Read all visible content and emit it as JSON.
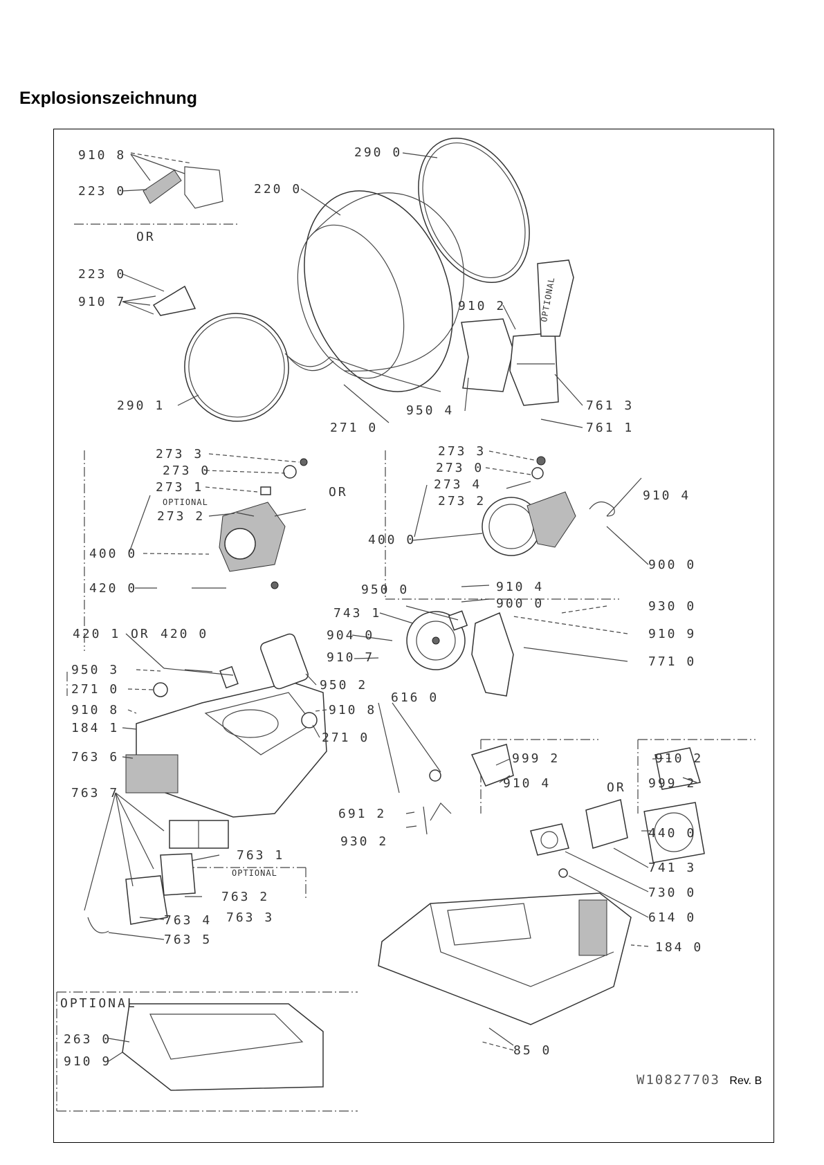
{
  "heading": "Explosionszeichnung",
  "footer": {
    "drawing_number": "W10827703",
    "revision": "Rev. B"
  },
  "labels": {
    "p910_8_top": "910 8",
    "p223_0_top": "223 0",
    "or_top": "OR",
    "p223_0_mid": "223 0",
    "p910_7_mid": "910 7",
    "p290_0": "290 0",
    "p220_0": "220 0",
    "p290_1": "290 1",
    "p271_0_drum": "271 0",
    "p910_2_right": "910 2",
    "optional_vert": "OPTIONAL",
    "p950_4": "950 4",
    "p761_3": "761 3",
    "p761_1": "761 1",
    "p273_3_left": "273 3",
    "p273_0_left": "273 0",
    "p273_1_left": "273 1",
    "optional_left": "OPTIONAL",
    "p273_2_left": "273 2",
    "p400_0_left": "400 0",
    "p420_0_left": "420 0",
    "or_motor": "OR",
    "p273_3_right": "273 3",
    "p273_0_right": "273 0",
    "p273_4_right": "273 4",
    "p273_2_right": "273 2",
    "p400_0_right": "400 0",
    "p910_4_right": "910 4",
    "p900_0_right": "900 0",
    "p910_4_mid": "910 4",
    "p950_0": "950 0",
    "p900_0_mid": "900 0",
    "p930_0": "930 0",
    "p743_1": "743 1",
    "p904_0": "904 0",
    "p910_7_fan": "910 7",
    "p910_9_right": "910 9",
    "p771_0": "771 0",
    "p420_1": "420 1",
    "or_420": "OR",
    "p420_0_mid": "420 0",
    "p950_3": "950 3",
    "p271_0_base": "271 0",
    "p910_8_base": "910 8",
    "p184_1": "184 1",
    "p950_2": "950 2",
    "p910_8_base_r": "910 8",
    "p271_0_base_r": "271 0",
    "p616_0": "616 0",
    "p999_2_a": "999 2",
    "p910_4_b": "910 4",
    "or_999": "OR",
    "p910_2_b": "910 2",
    "p999_2_b": "999 2",
    "p763_6": "763 6",
    "p763_7": "763 7",
    "p763_1": "763 1",
    "optional_763": "OPTIONAL",
    "p691_2": "691 2",
    "p930_2": "930 2",
    "p440_0": "440 0",
    "p741_3": "741 3",
    "p763_2": "763 2",
    "p763_3": "763 3",
    "p730_0": "730 0",
    "p763_4": "763 4",
    "p763_5": "763 5",
    "p614_0": "614 0",
    "optional_bottom": "OPTIONAL",
    "p263_0": "263 0",
    "p910_9_bottom": "910 9",
    "p184_0": "184 0",
    "p85_0": "85 0"
  }
}
